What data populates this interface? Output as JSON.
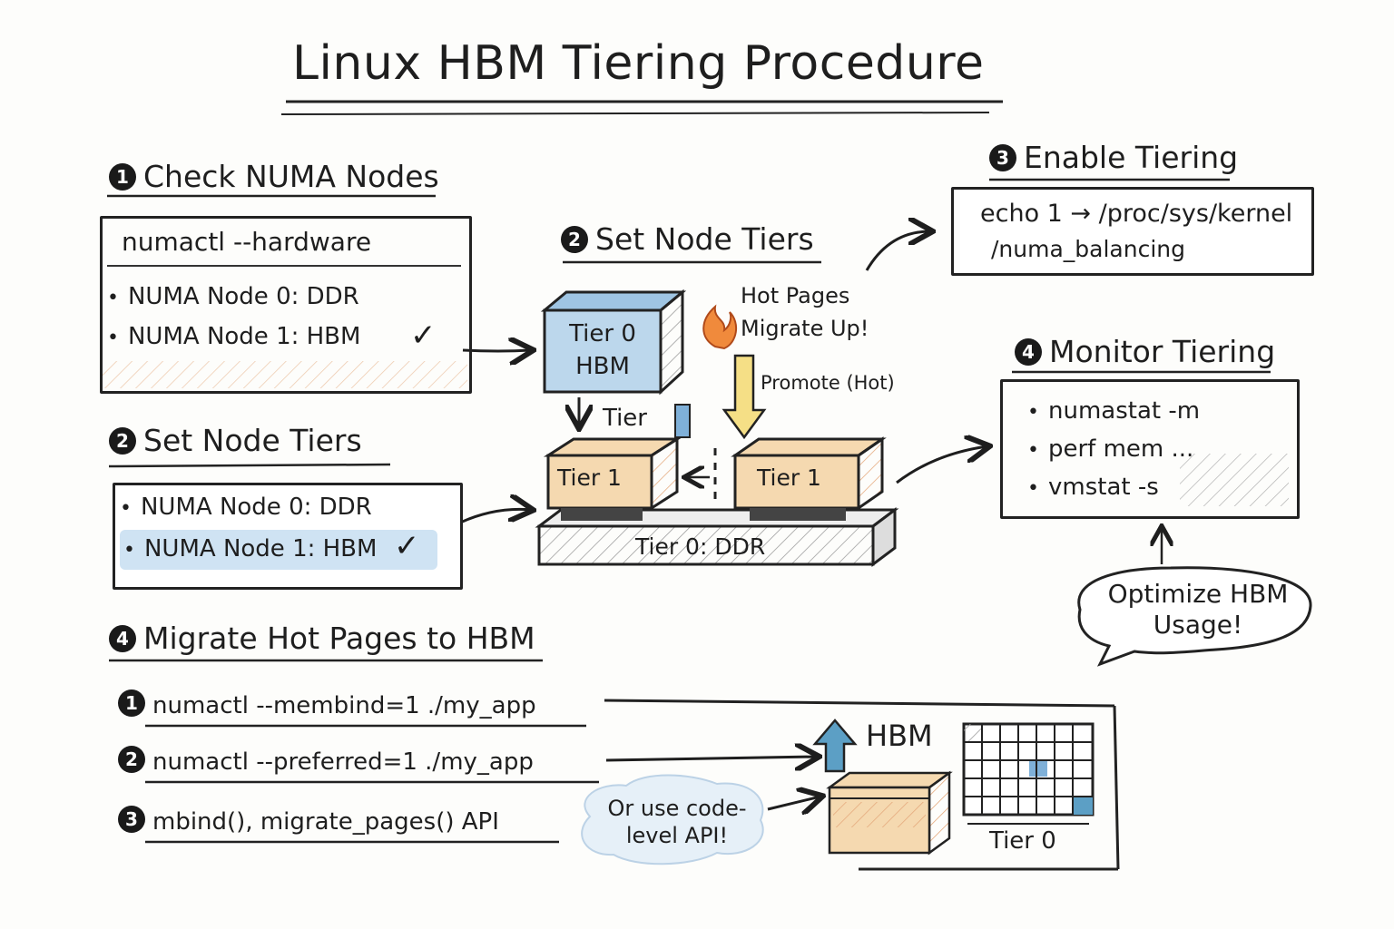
{
  "title": "Linux HBM Tiering Procedure",
  "step1": {
    "num": "1",
    "heading": "Check NUMA Nodes",
    "command": "numactl --hardware",
    "items": [
      "NUMA Node 0: DDR",
      "NUMA Node 1: HBM"
    ],
    "check": "✓"
  },
  "step2a": {
    "num": "2",
    "heading": "Set Node Tiers"
  },
  "step2b": {
    "num": "2",
    "heading": "Set Node Tiers",
    "items": [
      "NUMA Node 0: DDR",
      "NUMA Node 1: HBM"
    ],
    "check": "✓"
  },
  "step3": {
    "num": "3",
    "heading": "Enable Tiering",
    "line1": "echo 1 → /proc/sys/kernel",
    "line2": "/numa_balancing"
  },
  "step4a": {
    "num": "4",
    "heading": "Monitor Tiering",
    "items": [
      "numastat -m",
      "perf mem ...",
      "vmstat -s"
    ],
    "bubble": "Optimize HBM Usage!"
  },
  "step4b": {
    "num": "4",
    "heading": "Migrate Hot Pages to HBM",
    "commands": [
      {
        "num": "1",
        "text": "numactl --membind=1 ./my_app"
      },
      {
        "num": "2",
        "text": "numactl --preferred=1 ./my_app"
      },
      {
        "num": "3",
        "text": "mbind(), migrate_pages() API"
      }
    ],
    "cloud": "Or use code-level API!"
  },
  "diagram": {
    "tier0_hbm": [
      "Tier 0",
      "HBM"
    ],
    "tier_label": "Tier",
    "hot_pages": [
      "Hot Pages",
      "Migrate Up!"
    ],
    "promote": "Promote (Hot)",
    "tier1_left": "Tier 1",
    "tier1_right": "Tier 1",
    "base": "Tier 0: DDR"
  },
  "mini": {
    "hbm": "HBM",
    "tier0": "Tier 0"
  },
  "colors": {
    "blue": "#bcd7ec",
    "orange": "#f5d9b0",
    "highlight": "#cfe3f3",
    "ink": "#1e1e1e"
  }
}
